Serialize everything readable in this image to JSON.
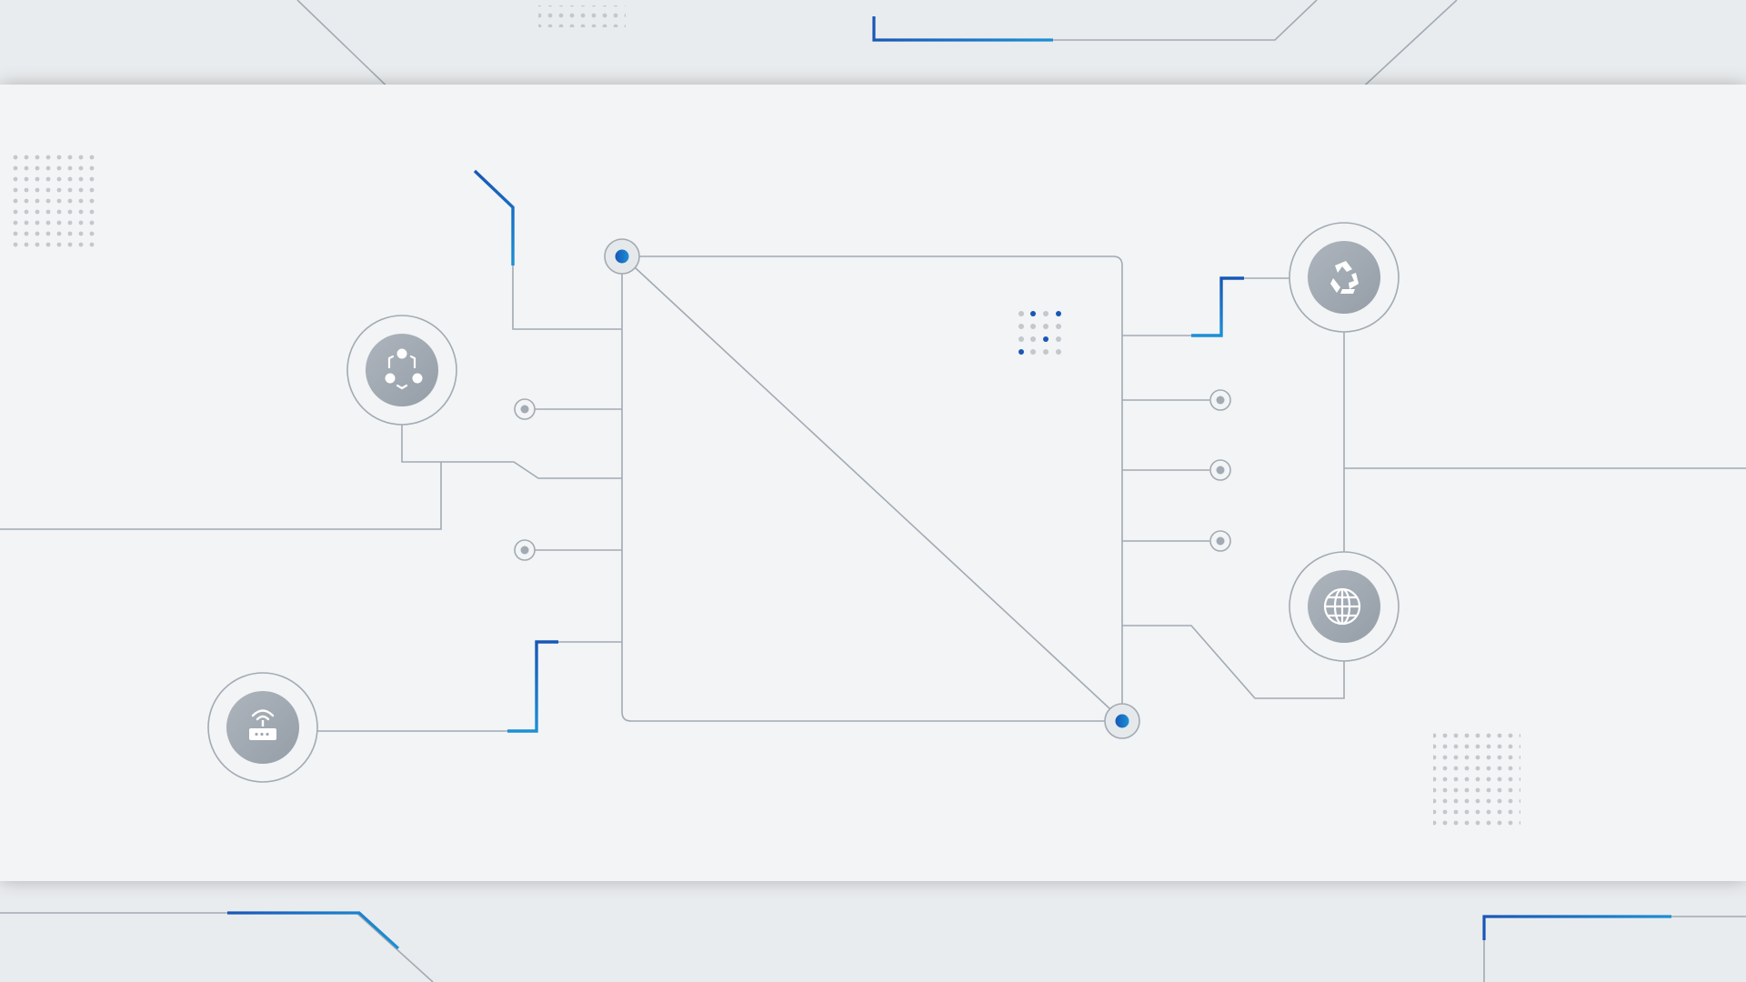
{
  "diagram": {
    "nodes": [
      {
        "id": "cluster",
        "icon": "cluster-network-icon"
      },
      {
        "id": "router",
        "icon": "wifi-router-icon"
      },
      {
        "id": "recycle",
        "icon": "recycle-icon"
      },
      {
        "id": "globe",
        "icon": "globe-icon"
      }
    ],
    "palette": {
      "background": "#e9ecee",
      "panel": "#f2f4f5",
      "line": "#a2aab3",
      "node_fill": "#a0a8b1",
      "accent_dark": "#1857b6",
      "accent_light": "#1c8fd5"
    }
  }
}
